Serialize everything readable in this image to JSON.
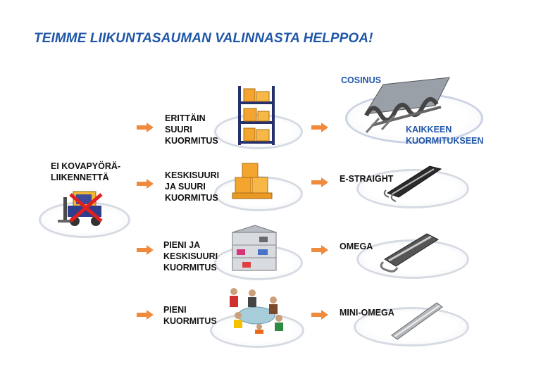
{
  "title": "TEIMME LIIKUNTASAUMAN VALINNASTA HELPPOA!",
  "start": {
    "line1": "EI KOVAPYÖRÄ-",
    "line2": "LIIKENNETTÄ",
    "icon": "forklift-crossed-icon"
  },
  "rows": [
    {
      "load": [
        "ERITTÄIN",
        "SUURI",
        "KUORMITUS"
      ],
      "load_icon": "pallet-rack-icon",
      "product": "COSINUS",
      "product_note": [
        "KAIKKEEN",
        "KUORMITUKSEEN"
      ],
      "product_icon": "cosinus-joint-icon"
    },
    {
      "load": [
        "KESKISUURI",
        "JA SUURI",
        "KUORMITUS"
      ],
      "load_icon": "boxes-on-pallet-icon",
      "product": "E-STRAIGHT",
      "product_icon": "e-straight-joint-icon"
    },
    {
      "load": [
        "PIENI JA",
        "KESKISUURI",
        "KUORMITUS"
      ],
      "load_icon": "parking-garage-icon",
      "product": "OMEGA",
      "product_icon": "omega-joint-icon"
    },
    {
      "load": [
        "PIENI",
        "KUORMITUS"
      ],
      "load_icon": "meeting-people-icon",
      "product": "MINI-OMEGA",
      "product_icon": "mini-omega-joint-icon"
    }
  ],
  "colors": {
    "title": "#1f56a8",
    "arrow": "#f08a3c",
    "product_blue": "#1f56a8"
  }
}
